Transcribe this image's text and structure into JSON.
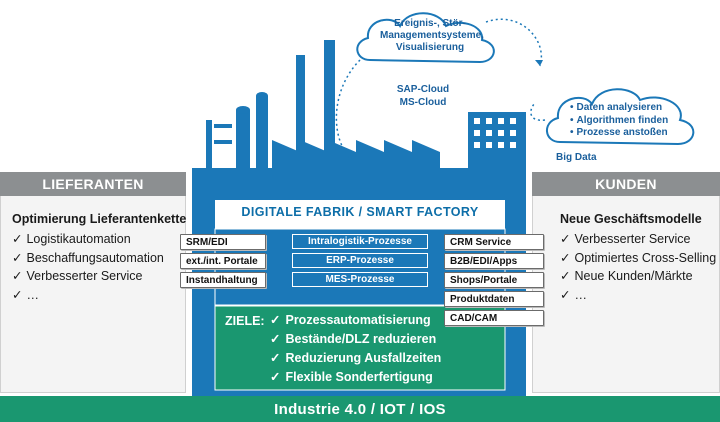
{
  "cloud_top": {
    "line1": "Ereignis-, Stör-",
    "line2": "Managementsysteme,",
    "line3": "Visualisierung"
  },
  "sap_cloud": {
    "line1": "SAP-Cloud",
    "line2": "MS-Cloud"
  },
  "cloud_right": {
    "items": [
      "Daten analysieren",
      "Algorithmen finden",
      "Prozesse anstoßen"
    ]
  },
  "big_data": "Big Data",
  "suppliers": {
    "header": "LIEFERANTEN",
    "title": "Optimierung Lieferantenkette",
    "items": [
      "Logistikautomation",
      "Beschaffungsautomation",
      "Verbesserter Service",
      "…"
    ]
  },
  "customers": {
    "header": "KUNDEN",
    "title": "Neue Geschäftsmodelle",
    "items": [
      "Verbesserter Service",
      "Optimiertes Cross-Selling",
      "Neue Kunden/Märkte",
      "…"
    ]
  },
  "factory": {
    "title": "DIGITALE FABRIK / SMART FACTORY",
    "processes": [
      "Intralogistik-Prozesse",
      "ERP-Prozesse",
      "MES-Prozesse"
    ],
    "left_tags": [
      "SRM/EDI",
      "ext./int. Portale",
      "Instandhaltung"
    ],
    "right_tags": [
      "CRM Service",
      "B2B/EDI/Apps",
      "Shops/Portale",
      "Produktdaten",
      "CAD/CAM"
    ],
    "goals_label": "ZIELE:",
    "goals": [
      "Prozessautomatisierung",
      "Bestände/DLZ reduzieren",
      "Reduzierung Ausfallzeiten",
      "Flexible Sonderfertigung"
    ]
  },
  "footer": "Industrie 4.0 / IOT / IOS",
  "colors": {
    "factory_blue": "#1b78b8",
    "goals_green": "#1a9770",
    "panel_grey": "#8c8f91",
    "cloud_blue": "#1a5f9c"
  }
}
